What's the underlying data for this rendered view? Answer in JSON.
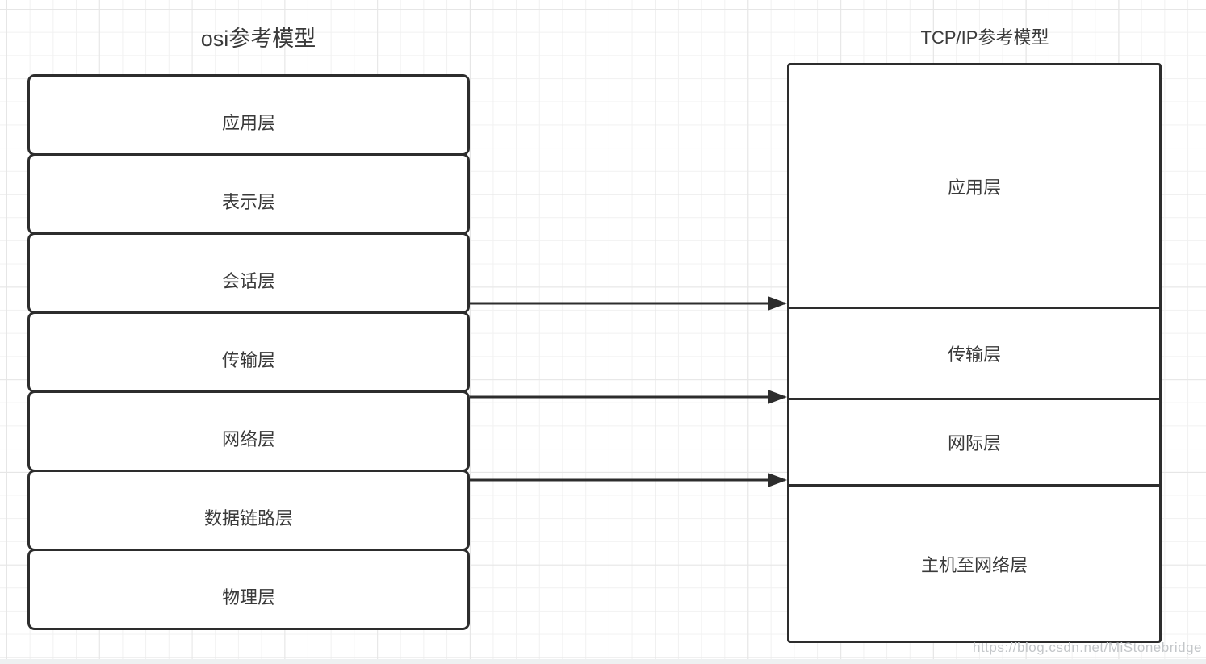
{
  "diagram": {
    "osi": {
      "title": "osi参考模型",
      "layers": [
        "应用层",
        "表示层",
        "会话层",
        "传输层",
        "网络层",
        "数据链路层",
        "物理层"
      ]
    },
    "tcpip": {
      "title": "TCP/IP参考模型",
      "layers": [
        "应用层",
        "传输层",
        "网际层",
        "主机至网络层"
      ]
    },
    "connections": [
      {
        "from_osi_boundary": "会话层/传输层",
        "to_tcpip_boundary": "应用层/传输层"
      },
      {
        "from_osi_boundary": "传输层/网络层",
        "to_tcpip_boundary": "传输层/网际层"
      },
      {
        "from_osi_boundary": "网络层/数据链路层",
        "to_tcpip_boundary": "网际层/主机至网络层"
      }
    ],
    "watermark": "https://blog.csdn.net/MiStonebridge",
    "colors": {
      "stroke": "#2d2d2d",
      "text": "#3a3a3a",
      "grid_minor": "#f1f1f1",
      "grid_major": "#e6e6e6",
      "watermark": "#c3c6c9",
      "background": "#ffffff"
    }
  }
}
